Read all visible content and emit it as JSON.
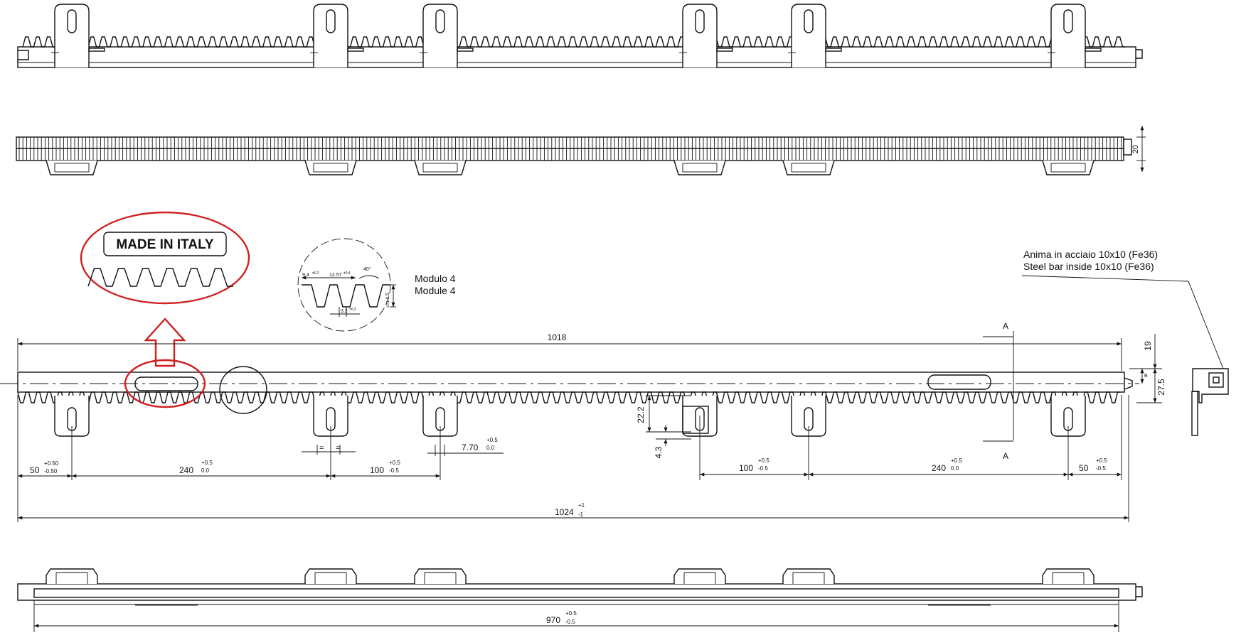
{
  "labels": {
    "made_in_italy": "MADE IN ITALY",
    "module_it": "Modulo 4",
    "module_en": "Module 4",
    "steel_bar_it": "Anima in acciaio 10x10 (Fe36)",
    "steel_bar_en": "Steel bar inside 10x10 (Fe36)",
    "section_a_top": "A",
    "section_a_bottom": "A",
    "section_b": "B"
  },
  "tooth_detail": {
    "pitch_a": "9.4",
    "pitch_a_tol": "±0.2",
    "pitch_b": "12.57",
    "pitch_b_tol": "±0.4",
    "angle": "40°",
    "root_width": "3.2",
    "root_tol": "±0.2",
    "height": "4.5",
    "height_tol": "±0.1"
  },
  "dimensions": {
    "height_side": "20",
    "overall_1018": "1018",
    "left_50": "50",
    "left_50_tol_up": "+0.50",
    "left_50_tol_down": "-0.50",
    "left_240": "240",
    "left_240_tol_up": "+0.5",
    "left_240_tol_down": "0.0",
    "left_100": "100",
    "left_100_tol_up": "+0.5",
    "left_100_tol_down": "-0.5",
    "slot_770": "7.70",
    "slot_770_tol_up": "+0.5",
    "slot_770_tol_down": "0.0",
    "equal_a": "=",
    "equal_b": "=",
    "v_222": "22.2",
    "v_43": "4.3",
    "right_100": "100",
    "right_100_tol_up": "+0.5",
    "right_100_tol_down": "-0.5",
    "right_240": "240",
    "right_240_tol_up": "+0.5",
    "right_240_tol_down": "0.0",
    "right_50": "50",
    "right_50_tol_up": "+0.5",
    "right_50_tol_down": "-0.5",
    "side_19": "19",
    "side_275": "27.5",
    "overall_1024": "1024",
    "overall_1024_tol_up": "+1",
    "overall_1024_tol_down": "-1",
    "bar_970": "970",
    "bar_970_tol_up": "+0.5",
    "bar_970_tol_down": "-0.5"
  },
  "colors": {
    "line": "#111111",
    "highlight": "#d02020",
    "background": "#ffffff"
  }
}
